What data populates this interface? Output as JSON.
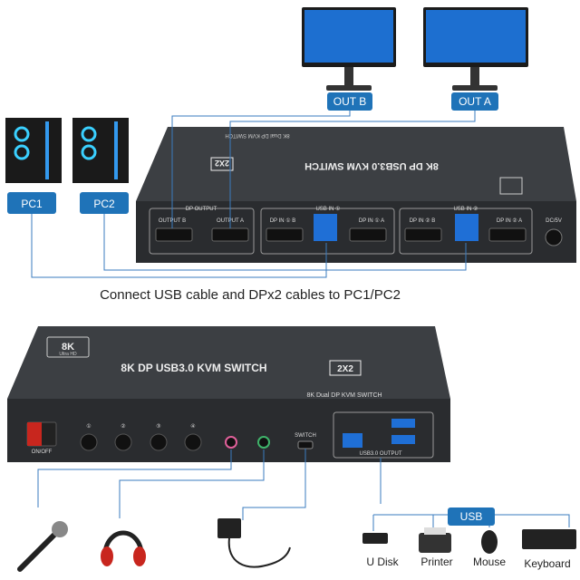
{
  "top_labels": {
    "out_b": "OUT B",
    "out_a": "OUT A",
    "pc1": "PC1",
    "pc2": "PC2"
  },
  "rear": {
    "title": "8K DP USB3.0 KVM SWITCH",
    "badge": "2X2",
    "subtitle": "8K Dual DP KVM SWITCH",
    "dp_output": "DP OUTPUT",
    "output_b": "OUTPUT B",
    "output_a": "OUTPUT A",
    "usb_in_1": "USB IN ①",
    "usb_in_2": "USB IN ②",
    "dp_in_1b": "DP IN ① B",
    "dp_in_1a": "DP IN ① A",
    "dp_in_2b": "DP IN ② B",
    "dp_in_2a": "DP IN ② A",
    "dc": "DC/5V"
  },
  "caption": "Connect USB cable and DPx2 cables to PC1/PC2",
  "front": {
    "logo_top": "8K",
    "logo_bottom": "Ultra HD",
    "title": "8K DP USB3.0 KVM SWITCH",
    "badge": "2X2",
    "subtitle": "8K Dual DP KVM SWITCH",
    "onoff": "ON/OFF",
    "buttons": [
      "①",
      "②",
      "③",
      "④"
    ],
    "switch": "SWITCH",
    "usb_output": "USB3.0 OUTPUT"
  },
  "usb_label": "USB",
  "devices": [
    "U Disk",
    "Printer",
    "Mouse",
    "Keyboard"
  ],
  "colors": {
    "blue_label": "#1f73b8",
    "cable": "#3a7bbf",
    "device_body": "#2f2f2f"
  }
}
